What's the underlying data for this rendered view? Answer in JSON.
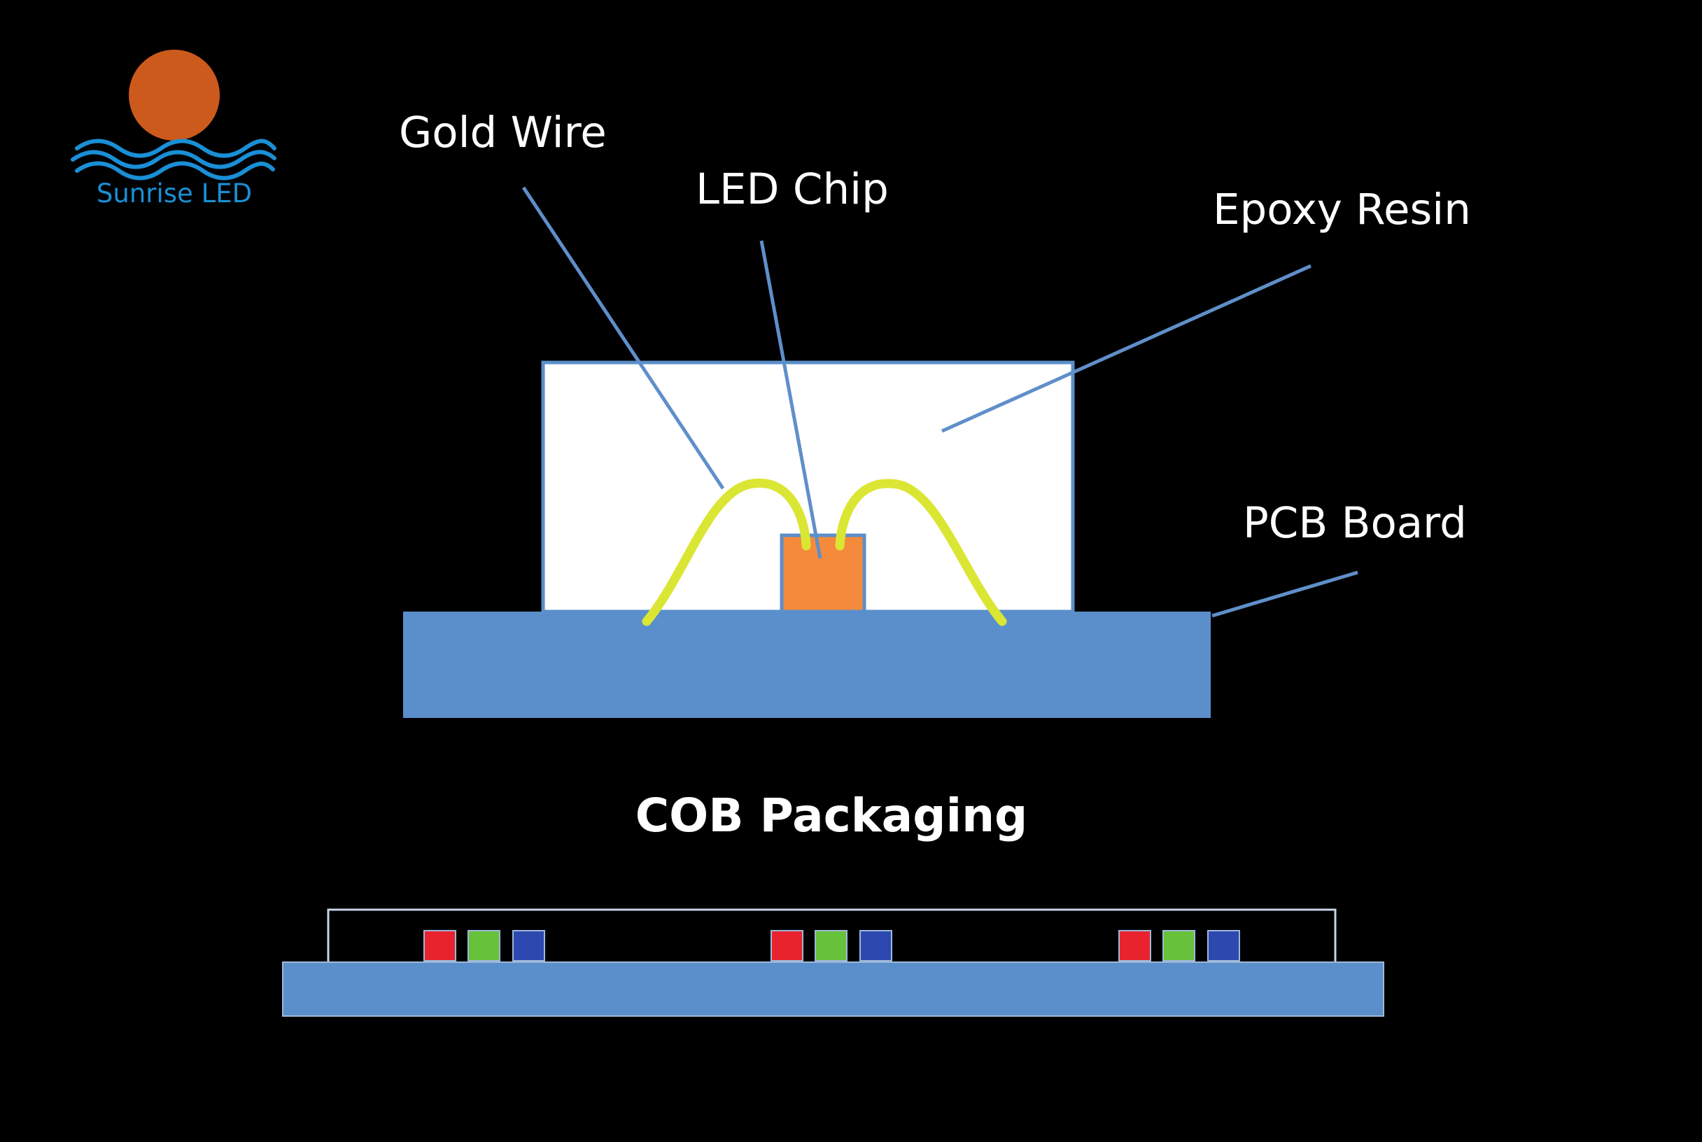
{
  "logo": {
    "text": "Sunrise LED",
    "sun_color": "#cc5a1c",
    "wave_color": "#1a8fd6"
  },
  "labels": {
    "gold_wire": "Gold Wire",
    "led_chip": "LED Chip",
    "epoxy_resin": "Epoxy Resin",
    "pcb_board": "PCB Board"
  },
  "title": "COB Packaging",
  "colors": {
    "background": "#000000",
    "pcb": "#5b8fcb",
    "epoxy": "#ffffff",
    "chip": "#f58a3c",
    "gold_wire": "#dbe634",
    "leader": "#5f8fc9",
    "red_chip": "#e8232e",
    "green_chip": "#66c23a",
    "blue_chip": "#2d49b0"
  },
  "cob_strip": {
    "groups": 3,
    "chips_per_group": [
      "red",
      "green",
      "blue"
    ]
  }
}
